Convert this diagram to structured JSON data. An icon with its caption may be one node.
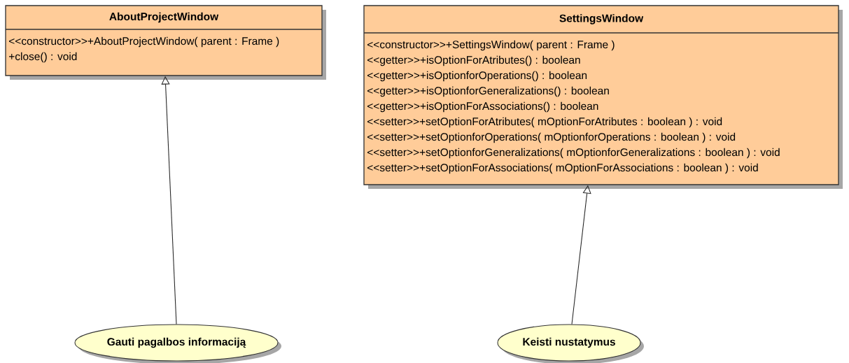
{
  "diagram": {
    "nodes": [
      {
        "text": [
          "AboutProjectWindow",
          "<<constructor>>+AboutProjectWindow( parent : Frame )",
          "+close() : void"
        ]
      },
      {
        "text": [
          "SettingsWindow",
          "<<constructor>>+SettingsWindow( parent : Frame )",
          "<<getter>>+isOptionForAtributes() : boolean",
          "<<getter>>+isOptionforOperations() : boolean",
          "<<getter>>+isOptionforGeneralizations() : boolean",
          "<<getter>>+isOptionForAssociations() : boolean",
          "<<setter>>+setOptionForAtributes( mOptionForAtributes : boolean ) : void",
          "<<setter>>+setOptionforOperations( mOptionforOperations : boolean ) : void",
          "<<setter>>+setOptionforGeneralizations( mOptionforGeneralizations : boolean ) : void",
          "<<setter>>+setOptionForAssociations( mOptionForAssociations : boolean ) : void"
        ]
      },
      {
        "text": [
          "Gauti pagalbos informaciją"
        ]
      },
      {
        "text": [
          "Keisti nustatymus"
        ]
      }
    ],
    "edges": [
      {
        "from": 2,
        "to": 0,
        "arrow": "to"
      },
      {
        "from": 3,
        "to": 1,
        "arrow": "to"
      }
    ]
  }
}
